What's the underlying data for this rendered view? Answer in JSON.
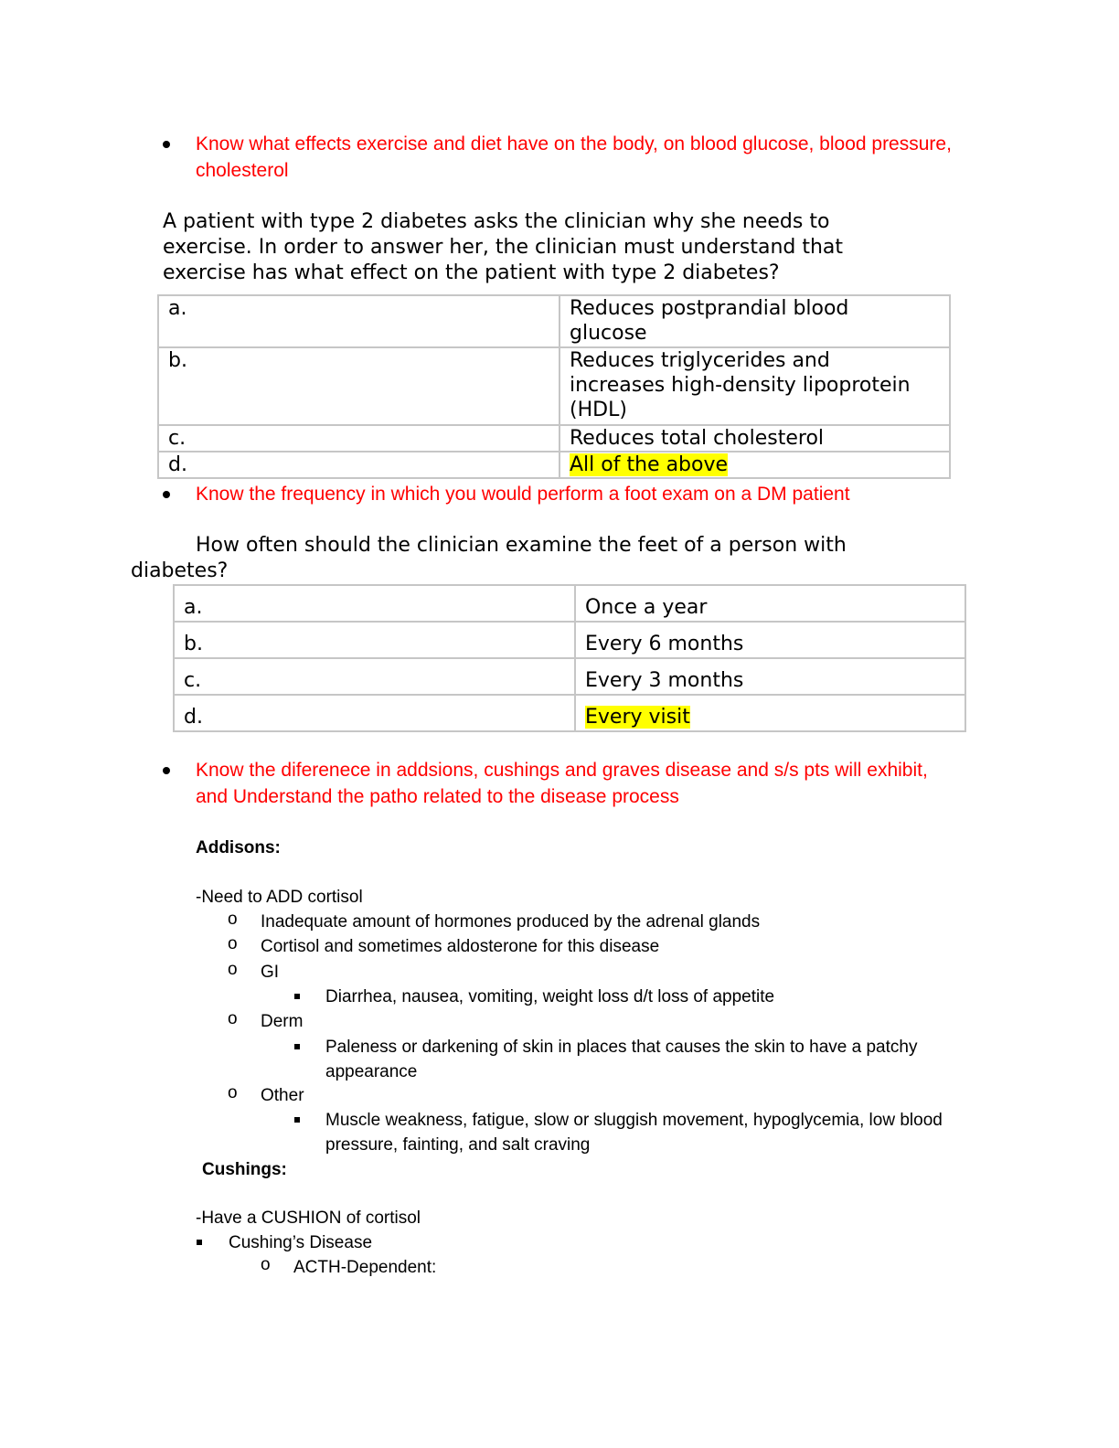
{
  "section1": {
    "bullet_lines": [
      "Know what effects exercise and diet have on the body, on blood glucose, blood pressure,",
      "cholesterol"
    ]
  },
  "question1": {
    "lines": [
      "A patient with type 2 diabetes asks the clinician why she needs to",
      "exercise. In order to answer her, the clinician must understand that",
      "exercise has what effect on the patient with type 2 diabetes?"
    ],
    "options": [
      {
        "letter": "a.",
        "lines": [
          "Reduces postprandial blood",
          "glucose"
        ]
      },
      {
        "letter": "b.",
        "lines": [
          "Reduces triglycerides and",
          "increases high-density lipoprotein",
          "(HDL)"
        ]
      },
      {
        "letter": "c.",
        "lines": [
          "Reduces total cholesterol"
        ]
      },
      {
        "letter": "d.",
        "lines": [
          "All of the above"
        ],
        "highlighted": true
      }
    ]
  },
  "section2": {
    "bullet": "Know the frequency in which you would perform a foot exam on a DM patient"
  },
  "question2": {
    "lines": [
      "How often should the clinician examine the feet of a person with",
      "diabetes?"
    ],
    "options": [
      {
        "letter": "a.",
        "text": "Once a year"
      },
      {
        "letter": "b.",
        "text": "Every 6 months"
      },
      {
        "letter": "c.",
        "text": "Every 3 months"
      },
      {
        "letter": "d.",
        "text": "Every visit",
        "highlighted": true
      }
    ]
  },
  "section3": {
    "bullet_lines": [
      "Know the diferenece in addsions, cushings and graves disease and s/s pts will exhibit,",
      "and Understand the patho related to the disease process"
    ]
  },
  "addisons": {
    "heading": "Addisons:",
    "intro": "-Need to ADD cortisol",
    "circle_marker": "o",
    "items": [
      "Inadequate amount of hormones produced by the adrenal glands",
      "Cortisol and sometimes aldosterone for this disease",
      "GI",
      "Diarrhea, nausea, vomiting, weight loss d/t loss of appetite",
      "Derm",
      "Paleness or darkening of skin in places that causes the skin to have a patchy",
      "appearance",
      "Other",
      "Muscle weakness, fatigue, slow or sluggish movement, hypoglycemia, low blood",
      "pressure, fainting, and salt craving"
    ]
  },
  "cushings": {
    "heading": "Cushings:",
    "intro": "-Have a CUSHION of cortisol",
    "items": [
      "Cushing’s Disease",
      "ACTH-Dependent:"
    ]
  },
  "colors": {
    "accent_red": "#ff0000",
    "highlight": "#ffff00",
    "table_border": "#c6c6c6"
  }
}
